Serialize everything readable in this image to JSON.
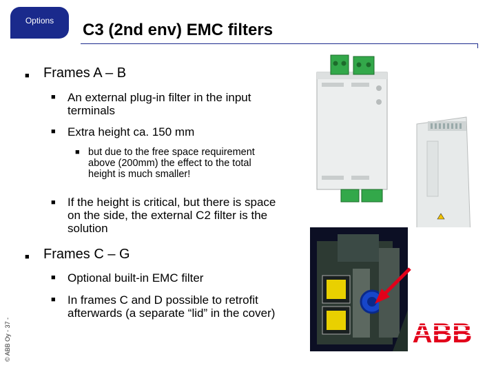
{
  "header": {
    "tab_label": "Options",
    "title": "C3 (2nd env) EMC filters"
  },
  "bullets": {
    "frames_ab": "Frames A – B",
    "ab_items": [
      {
        "lines": [
          "An external plug-in filter in the input",
          "terminals"
        ]
      },
      {
        "lines": [
          "Extra height ca. 150 mm"
        ]
      }
    ],
    "ab_sub": {
      "lines": [
        "but due to the free space requirement",
        "above (200mm) the effect to the total",
        "height is much smaller!"
      ]
    },
    "ab_item3": {
      "lines": [
        "If the height is critical, but there is space",
        "on the side, the external C2 filter is the",
        "solution"
      ]
    },
    "frames_cg": "Frames C – G",
    "cg_items": [
      {
        "lines": [
          "Optional built-in EMC filter"
        ]
      },
      {
        "lines": [
          "In frames C and D possible to retrofit",
          "afterwards (a separate “lid” in the cover)"
        ]
      }
    ]
  },
  "footer": {
    "copyright": "© ABB Oy - 37 -"
  },
  "logo": {
    "text": "ABB",
    "color": "#e2001a"
  },
  "colors": {
    "accent": "#1a2a8c",
    "arrow": "#e2001a"
  },
  "images": {
    "top_right": {
      "description": "filter-and-drive-device-icon"
    },
    "bottom_right": {
      "description": "drive-interior-cutaway-icon"
    }
  }
}
